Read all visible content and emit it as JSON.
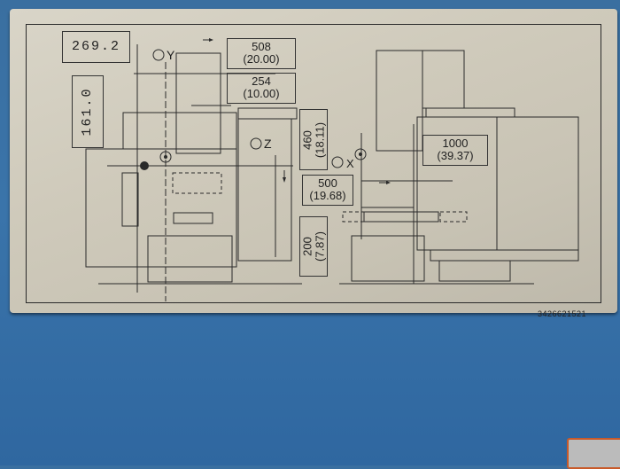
{
  "plate": {
    "readouts": {
      "top_left": "269.2",
      "left_vertical": "161.0"
    },
    "axes": {
      "y_label": "Y",
      "z_label": "Z",
      "x_label": "X"
    },
    "dimensions": {
      "y_travel": {
        "mm": "508",
        "in": "(20.00)"
      },
      "y_half": {
        "mm": "254",
        "in": "(10.00)"
      },
      "z_travel": {
        "mm": "460",
        "in": "(18.11)"
      },
      "z_offset": {
        "mm": "200",
        "in": "(7.87)"
      },
      "x_half": {
        "mm": "500",
        "in": "(19.68)"
      },
      "x_travel": {
        "mm": "1000",
        "in": "(39.37)"
      }
    },
    "serial": "3426621521"
  }
}
